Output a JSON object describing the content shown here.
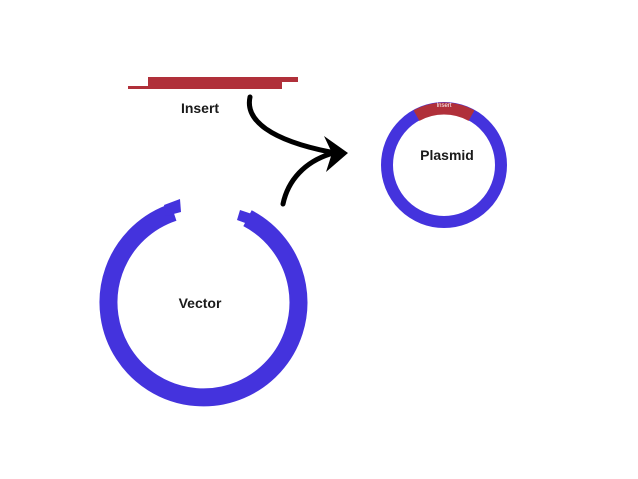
{
  "labels": {
    "insert": "Insert",
    "vector": "Vector",
    "plasmid": "Plasmid",
    "plasmid_insert": "Insert"
  },
  "colors": {
    "vector": "#4433dd",
    "insert": "#b0303a",
    "arrow": "#000000",
    "text": "#1a1a1a",
    "background": "#ffffff"
  }
}
